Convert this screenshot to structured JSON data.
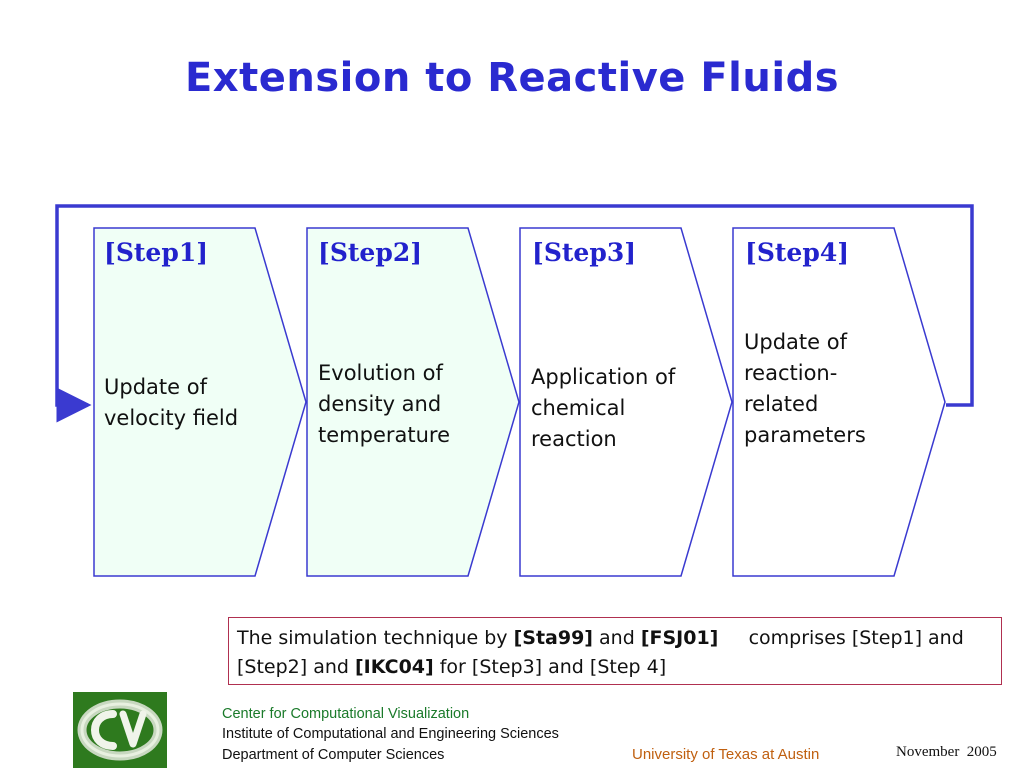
{
  "title": "Extension to Reactive Fluids",
  "steps": [
    {
      "label": "[Step1]",
      "text": "Update of\n   velocity field"
    },
    {
      "label": "[Step2]",
      "text": "Evolution of\n   density and\n   temperature"
    },
    {
      "label": "[Step3]",
      "text": "Application of\n   chemical\n   reaction"
    },
    {
      "label": "[Step4]",
      "text": "Update of\n   reaction-\n   related\n   parameters"
    }
  ],
  "note": {
    "part1": "The simulation technique by ",
    "ref1": "[Sta99]",
    "part2": " and ",
    "ref2": "[FSJ01]",
    "part3": "     comprises [Step1] and [Step2] and ",
    "ref3": "[IKC04]",
    "part4": " for [Step3] and [Step 4]"
  },
  "footer": {
    "line1": "Center for Computational Visualization",
    "line2": "Institute of Computational and Engineering Sciences",
    "line3": "Department of Computer Sciences",
    "university": "University of Texas at Austin",
    "date": "November  2005"
  },
  "colors": {
    "title": "#2a2ad0",
    "arrow": "#3a3ad0",
    "step_fill_1": "#f0fff6",
    "step_fill_2": "#ffffff",
    "note_border": "#b03050",
    "logo_bg": "#2e7a1e"
  }
}
